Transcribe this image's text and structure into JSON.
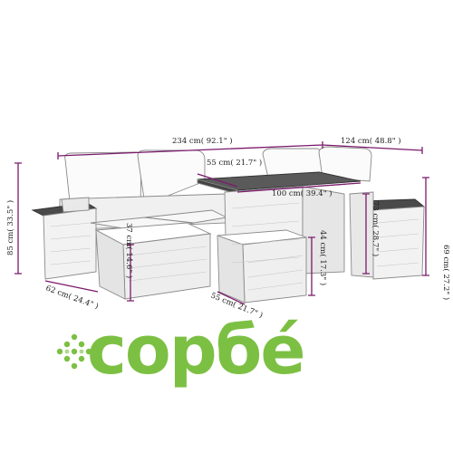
{
  "dimensions": {
    "total_width": "234 cm( 92.1\" )",
    "corner_width": "124 cm( 48.8\" )",
    "total_height": "85 cm( 33.5\" )",
    "table_height": "69 cm( 27.2\" )",
    "table_depth": "55 cm( 21.7\" )",
    "table_width": "100 cm( 39.4\" )",
    "table_leg": "73 cm( 28.7\" )",
    "ottoman_height": "37 cm( 14.6\" )",
    "stool_height": "44 cm( 17.3\" )",
    "stool_depth": "55 cm( 21.7\" )",
    "seat_depth": "62 cm( 24.4\" )"
  },
  "brand": {
    "text": "сорбé",
    "logo_icon": "diamond-dots-icon"
  },
  "colors": {
    "dimension_line": "#7b1a6b",
    "brand_green": "#7cc043",
    "drawing_stroke": "#8a8a8a"
  }
}
